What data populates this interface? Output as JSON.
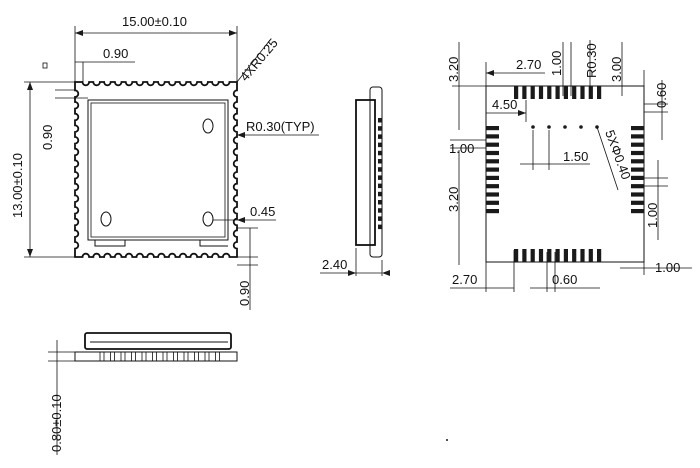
{
  "top_view": {
    "width_dim": "15.00±0.10",
    "height_dim": "13.00±0.10",
    "edge_dim": "0.90",
    "corner_radius": "4XR0.25",
    "castellation_radius": "R0.30(TYP)",
    "side_edge_dim": "0.90",
    "hole_dim": "0.45",
    "bottom_edge_dim": "0.90"
  },
  "side_view": {
    "thickness_dim": "2.40"
  },
  "front_view": {
    "pcb_thickness_dim": "0.80±0.10"
  },
  "footprint": {
    "top_left_dim": "3.20",
    "pad_offset_dim": "2.70",
    "pitch_dim_top": "1.00",
    "radius_dim": "R0.30",
    "right_offset_dim": "3.00",
    "right_pad_dim": "0.60",
    "inner_offset_dim": "4.50",
    "pitch_left_dim": "1.00",
    "via_pitch_dim": "1.50",
    "via_dim": "5XΦ0.40",
    "left_lower_dim": "3.20",
    "right_pitch_dim": "1.00",
    "bottom_left_dim": "2.70",
    "bottom_pad_dim": "0.60",
    "bottom_right_dim": "1.00"
  }
}
